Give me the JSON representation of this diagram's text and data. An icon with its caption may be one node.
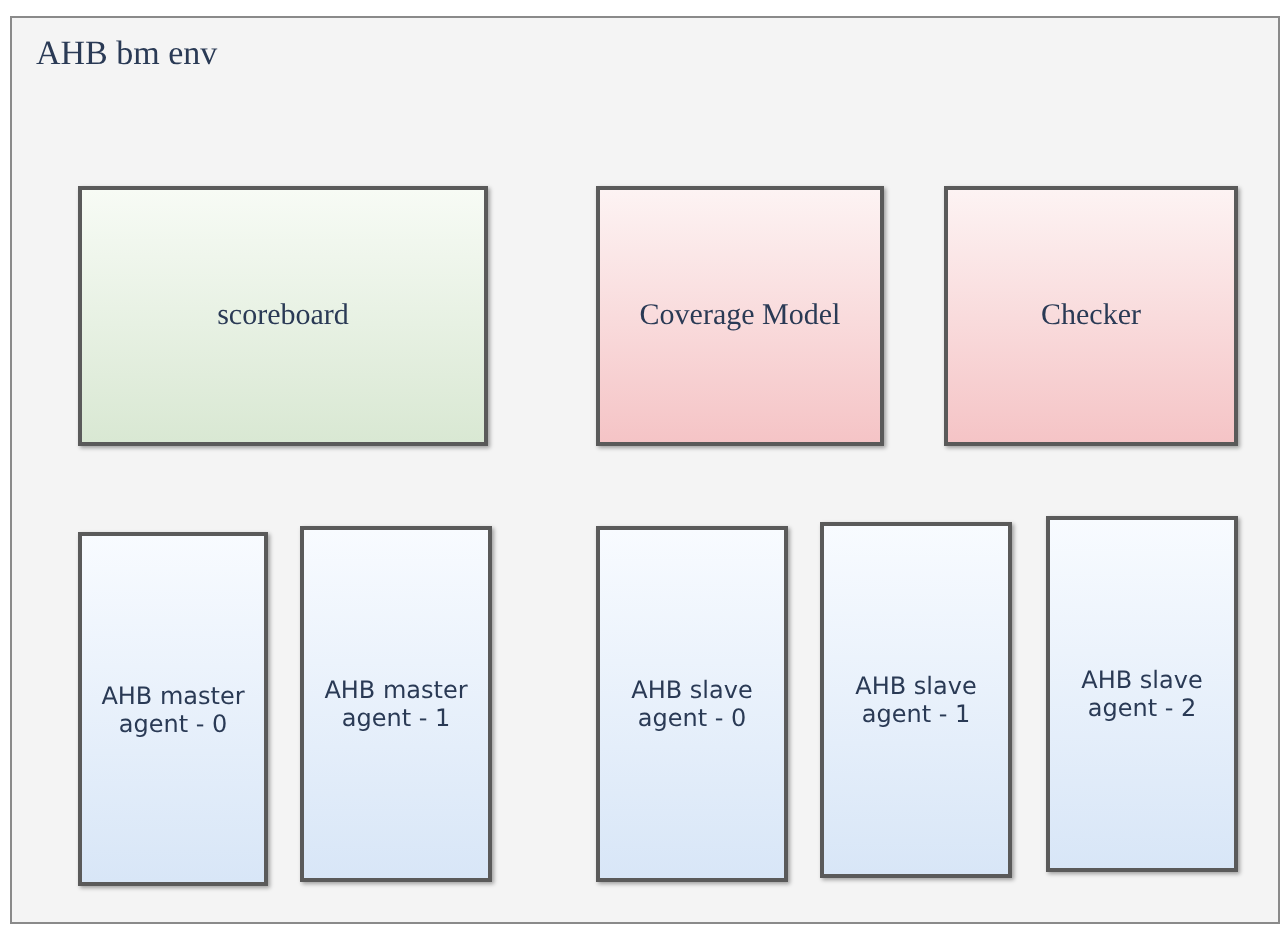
{
  "diagram": {
    "nodes": [
      {
        "text": [
          "AHB bm env"
        ]
      },
      {
        "text": [
          "scoreboard"
        ],
        "in": 0
      },
      {
        "text": [
          "Coverage Model"
        ],
        "in": 0
      },
      {
        "text": [
          "Checker"
        ],
        "in": 0
      },
      {
        "text": [
          "AHB master agent - 0"
        ],
        "in": 0
      },
      {
        "text": [
          "AHB master agent - 1"
        ],
        "in": 0
      },
      {
        "text": [
          "AHB slave agent - 0"
        ],
        "in": 0
      },
      {
        "text": [
          "AHB slave agent - 1"
        ],
        "in": 0
      },
      {
        "text": [
          "AHB slave agent - 2"
        ],
        "in": 0
      }
    ]
  }
}
